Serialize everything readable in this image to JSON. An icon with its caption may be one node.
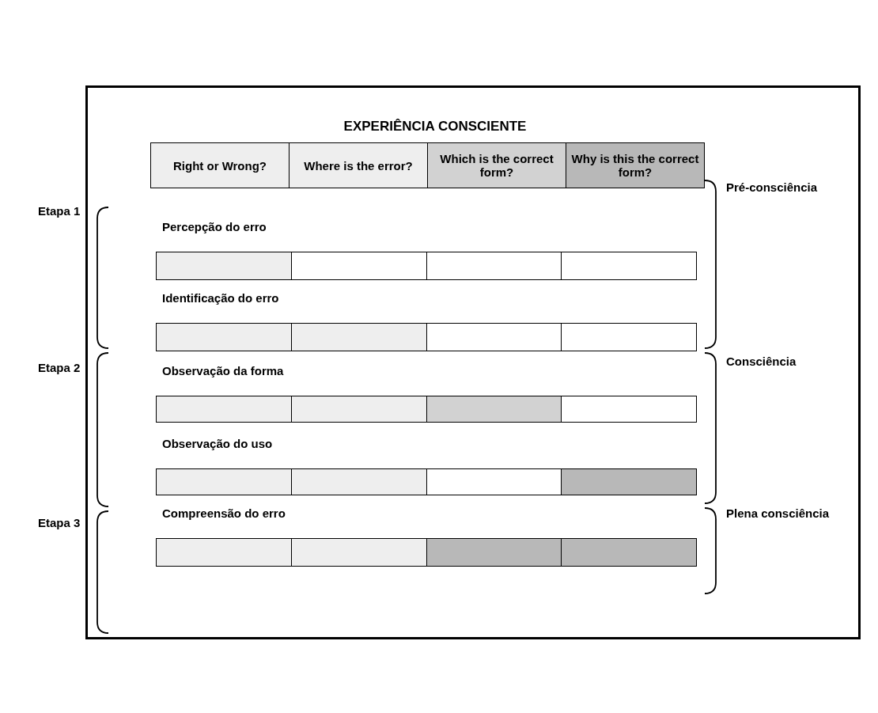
{
  "diagram": {
    "title": "EXPERIÊNCIA CONSCIENTE",
    "nodes": [
      {
        "text": [
          "Right or Wrong?"
        ]
      },
      {
        "text": [
          "Where is the error?"
        ]
      },
      {
        "text": [
          "Which is the correct form?"
        ]
      },
      {
        "text": [
          "Why is this the correct form?"
        ]
      },
      {
        "text": [
          "Percepção do erro"
        ]
      },
      {
        "text": [],
        "shape": "box",
        "in": 4
      },
      {
        "text": [],
        "shape": "box",
        "in": 4
      },
      {
        "text": [],
        "shape": "box",
        "in": 4
      },
      {
        "text": [],
        "shape": "box",
        "in": 4
      },
      {
        "text": [
          "Identificação do erro"
        ]
      },
      {
        "text": [],
        "shape": "box",
        "in": 9
      },
      {
        "text": [],
        "shape": "box",
        "in": 9
      },
      {
        "text": [],
        "shape": "box",
        "in": 9
      },
      {
        "text": [],
        "shape": "box",
        "in": 9
      },
      {
        "text": [
          "Observação da forma"
        ]
      },
      {
        "text": [],
        "shape": "box",
        "in": 14
      },
      {
        "text": [],
        "shape": "box",
        "in": 14
      },
      {
        "text": [],
        "shape": "box",
        "in": 14
      },
      {
        "text": [],
        "shape": "box",
        "in": 14
      },
      {
        "text": [
          "Observação do uso"
        ]
      },
      {
        "text": [],
        "shape": "box",
        "in": 19
      },
      {
        "text": [],
        "shape": "box",
        "in": 19
      },
      {
        "text": [],
        "shape": "box",
        "in": 19
      },
      {
        "text": [],
        "shape": "box",
        "in": 19
      },
      {
        "text": [
          "Compreensão do erro"
        ]
      },
      {
        "text": [],
        "shape": "box",
        "in": 24
      },
      {
        "text": [],
        "shape": "box",
        "in": 24
      },
      {
        "text": [],
        "shape": "box",
        "in": 24
      },
      {
        "text": [],
        "shape": "box",
        "in": 24
      }
    ],
    "labels": [
      "Pré-consciência",
      "Etapa 1",
      "Consciência",
      "Etapa 2",
      "Plena consciência",
      "Etapa 3"
    ]
  }
}
